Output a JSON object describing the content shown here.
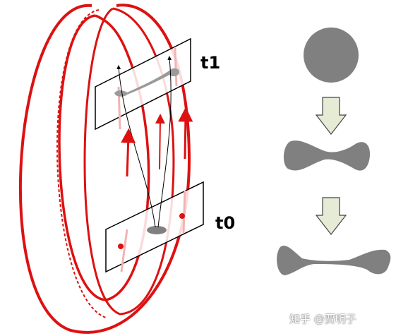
{
  "labels": {
    "t1": "t1",
    "t0": "t0"
  },
  "watermark": "知乎 @贾明子",
  "colors": {
    "torus": "#dd1111",
    "section_fill": "#ffffff",
    "section_stroke": "#000000",
    "blob": "#808080",
    "down_arrow_fill": "#e6ebd6",
    "down_arrow_stroke": "#444444"
  },
  "icons": {
    "transition_arrow": "down-arrow-icon"
  }
}
